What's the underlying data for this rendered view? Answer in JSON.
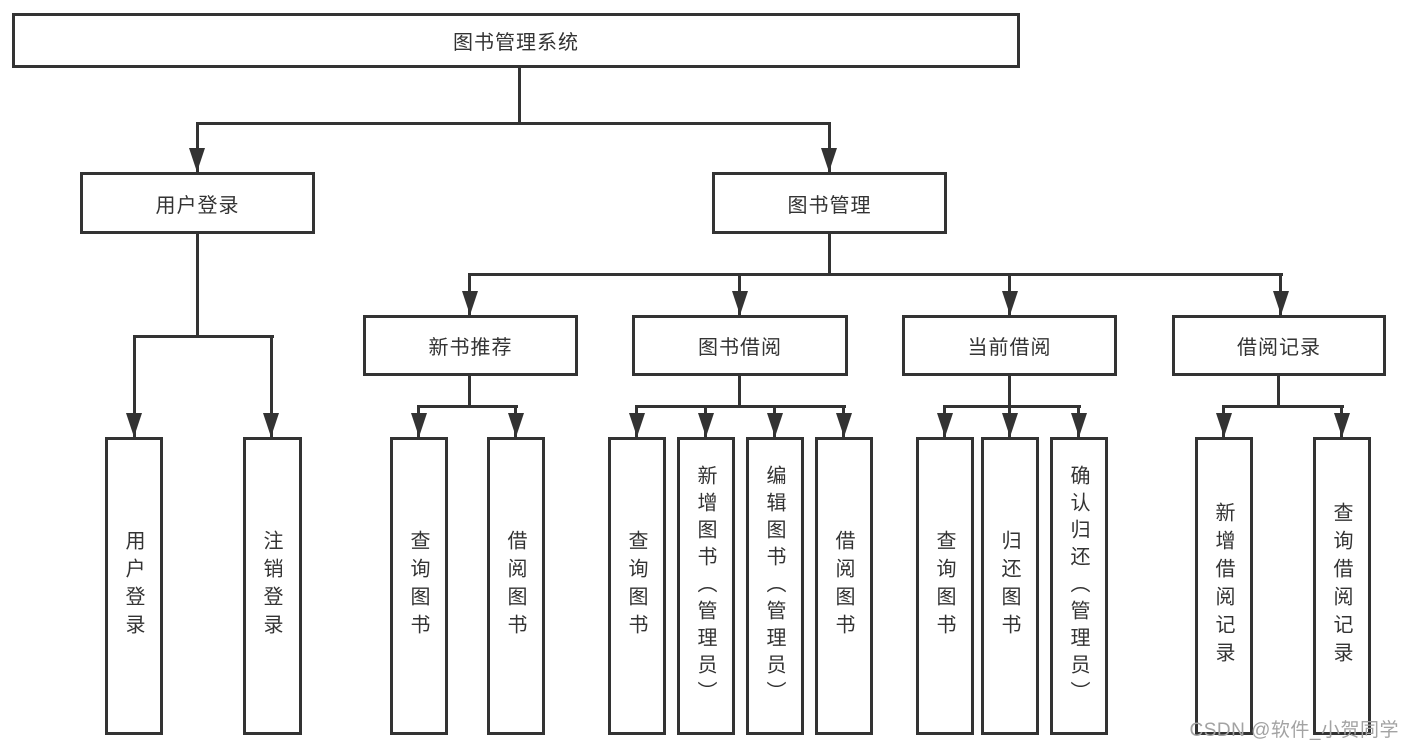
{
  "colors": {
    "background": "#ffffff",
    "box_border": "#333333",
    "connector": "#333333",
    "text": "#333333",
    "watermark": "#a3a3a3"
  },
  "diagram": {
    "nodes": {
      "root": "图书管理系统",
      "user_login": "用户登录",
      "book_management": "图书管理",
      "new_book_recommend": "新书推荐",
      "book_borrow": "图书借阅",
      "current_borrow": "当前借阅",
      "borrow_records": "借阅记录",
      "leaf_user_login": "用户登录",
      "leaf_logout": "注销登录",
      "leaf_nb_query_books": "查询图书",
      "leaf_nb_borrow_books": "借阅图书",
      "leaf_bb_query_books": "查询图书",
      "leaf_bb_add_books_admin": "新增图书（管理员）",
      "leaf_bb_edit_books_admin": "编辑图书（管理员）",
      "leaf_bb_borrow_books": "借阅图书",
      "leaf_cb_query_books": "查询图书",
      "leaf_cb_return_books": "归还图书",
      "leaf_cb_confirm_return_admin": "确认归还（管理员）",
      "leaf_br_add_record": "新增借阅记录",
      "leaf_br_query_record": "查询借阅记录"
    }
  },
  "watermark": "CSDN @软件_小贺同学"
}
